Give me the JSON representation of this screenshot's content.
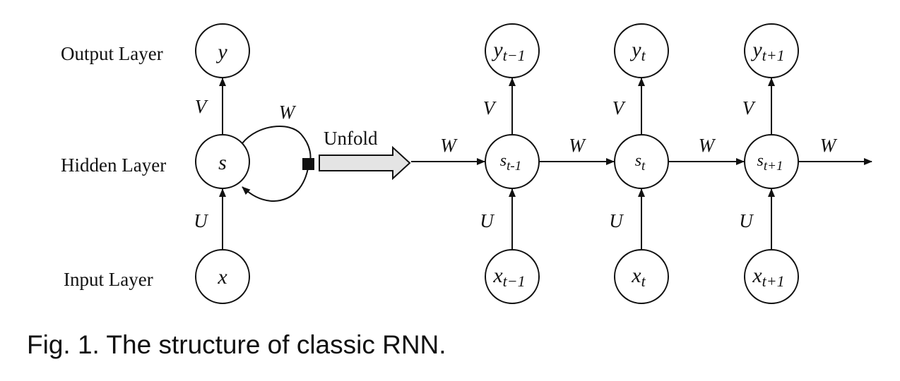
{
  "layers": {
    "output": "Output Layer",
    "hidden": "Hidden Layer",
    "input": "Input Layer"
  },
  "folded": {
    "y": "y",
    "s": "s",
    "x": "x",
    "V": "V",
    "U": "U",
    "W": "W"
  },
  "unfold_label": "Unfold",
  "steps": [
    {
      "y": "y",
      "y_sub": "t−1",
      "s": "s",
      "s_sub": "t-1",
      "x": "x",
      "x_sub": "t−1",
      "V": "V",
      "U": "U",
      "W": "W"
    },
    {
      "y": "y",
      "y_sub": "t",
      "s": "s",
      "s_sub": "t",
      "x": "x",
      "x_sub": "t",
      "V": "V",
      "U": "U",
      "W": "W"
    },
    {
      "y": "y",
      "y_sub": "t+1",
      "s": "s",
      "s_sub": "t+1",
      "x": "x",
      "x_sub": "t+1",
      "V": "V",
      "U": "U",
      "W": "W"
    }
  ],
  "final_W": "W",
  "caption": "Fig. 1. The structure of classic RNN."
}
